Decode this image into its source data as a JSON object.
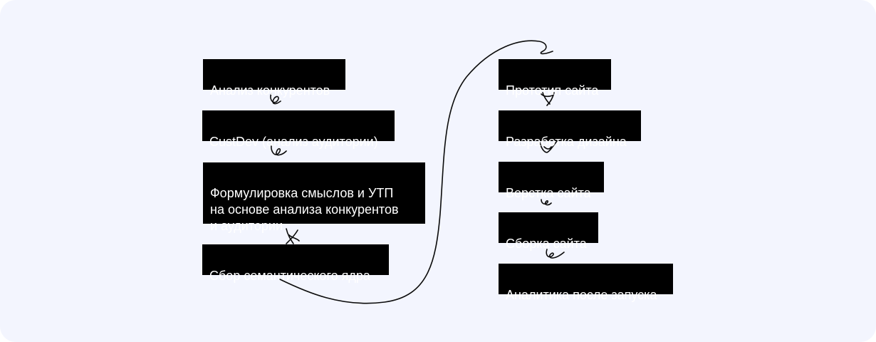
{
  "diagram": {
    "left_column": [
      {
        "label": "Анализ конкурентов"
      },
      {
        "label": "CustDev (анализ аудитории)"
      },
      {
        "label": "Формулировка смыслов и УТП\nна основе анализа конкурентов\nи аудитории"
      },
      {
        "label": "Сбор семантического ядра"
      }
    ],
    "right_column": [
      {
        "label": "Прототип сайта"
      },
      {
        "label": "Разработка дизайна"
      },
      {
        "label": "Верстка сайта"
      },
      {
        "label": "Сборка сайта"
      },
      {
        "label": "Аналитика после запуска"
      }
    ]
  },
  "colors": {
    "background": "#f3f5fe",
    "box_fill": "#000000",
    "box_text": "#ffffff",
    "ink": "#0b0b0b"
  }
}
